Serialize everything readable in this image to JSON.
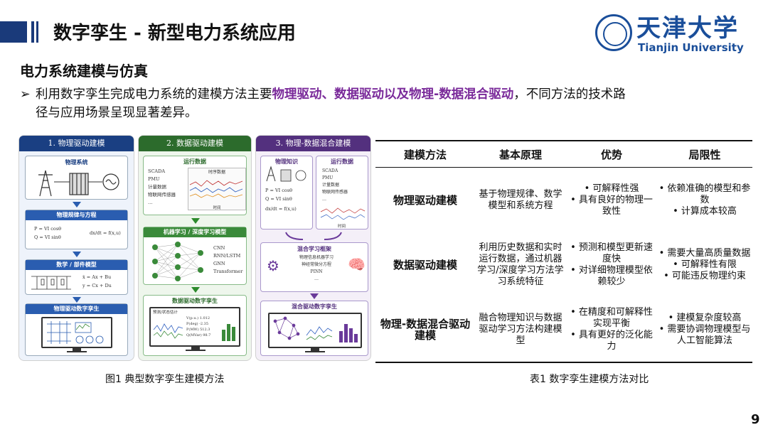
{
  "header": {
    "title": "数字孪生 - 新型电力系统应用",
    "university_cn": "天津大学",
    "university_en": "Tianjin University"
  },
  "section_title": "电力系统建模与仿真",
  "bullet": {
    "prefix": "利用数字孪生完成电力系统的建模方法主要",
    "highlight": "物理驱动、数据驱动以及物理-数据混合驱动",
    "suffix1": "，不同方法的技术路",
    "line2": "径与应用场景呈现显著差异。"
  },
  "figure": {
    "panel1": {
      "header": "1. 物理驱动建模",
      "box1_title": "物理系统",
      "box2_title": "物理规律与方程",
      "eq1": "P = VI cosθ",
      "eq2": "Q = VI sinθ",
      "eq3": "dx/dt = f(x,u)",
      "box3_title": "数学 / 部件模型",
      "eq4": "ẋ = Ax + Bu",
      "eq5": "y = Cx + Du",
      "box4_title": "物理驱动数字孪生"
    },
    "panel2": {
      "header": "2. 数据驱动建模",
      "box1_title": "运行数据",
      "items": [
        "SCADA",
        "PMU",
        "计量数据",
        "物联网传感器",
        "…"
      ],
      "chart_title": "时序数据",
      "chart_x": "时间",
      "box2_title": "机器学习 / 深度学习模型",
      "models": [
        "CNN",
        "RNN/LSTM",
        "GNN",
        "Transformer"
      ],
      "box3_title": "数据驱动数字孪生",
      "box3_sub": "预测/状态估计",
      "readings": [
        "V(p.u.)   1.012",
        "P(deg)   -2.35",
        "P(MW)   512.3",
        "Q(MVar)   98.7"
      ]
    },
    "panel3": {
      "header": "3. 物理-数据混合建模",
      "left_title": "物理知识",
      "right_title": "运行数据",
      "eq1": "P = VI cosθ",
      "eq2": "Q = VI sinθ",
      "eq3": "dx/dt = f(x,u)",
      "items": [
        "SCADA",
        "PMU",
        "计量数据",
        "物联网传感器",
        "…"
      ],
      "chart_x": "时间",
      "box2_title": "混合学习框架",
      "box2_lines": [
        "物理信息机器学习",
        "神经常微分方程",
        "PINN",
        "…"
      ],
      "box3_title": "混合驱动数字孪生"
    }
  },
  "figure_caption": "图1 典型数字孪生建模方法",
  "table": {
    "headers": [
      "建模方法",
      "基本原理",
      "优势",
      "局限性"
    ],
    "rows": [
      {
        "method": "物理驱动建模",
        "principle": "基于物理规律、数学模型和系统方程",
        "advantages": [
          "• 可解释性强",
          "• 具有良好的物理一致性"
        ],
        "limitations": [
          "• 依赖准确的模型和参数",
          "• 计算成本较高"
        ]
      },
      {
        "method": "数据驱动建模",
        "principle": "利用历史数据和实时运行数据，通过机器学习/深度学习方法学习系统特征",
        "advantages": [
          "• 预测和模型更新速度快",
          "• 对详细物理模型依赖较少"
        ],
        "limitations": [
          "• 需要大量高质量数据",
          "• 可解释性有限",
          "• 可能违反物理约束"
        ]
      },
      {
        "method": "物理-数据混合驱动建模",
        "principle": "融合物理知识与数据驱动学习方法构建模型",
        "advantages": [
          "• 在精度和可解释性实现平衡",
          "• 具有更好的泛化能力"
        ],
        "limitations": [
          "• 建模复杂度较高",
          "• 需要协调物理模型与人工智能算法"
        ]
      }
    ]
  },
  "table_caption": "表1 数字孪生建模方法对比",
  "page_number": "9",
  "colors": {
    "brand_blue": "#1a3a7a",
    "highlight_purple": "#7a2a9a",
    "physics_blue": "#1a3f82",
    "data_green": "#2c6b2c",
    "hybrid_purple": "#53307e"
  }
}
